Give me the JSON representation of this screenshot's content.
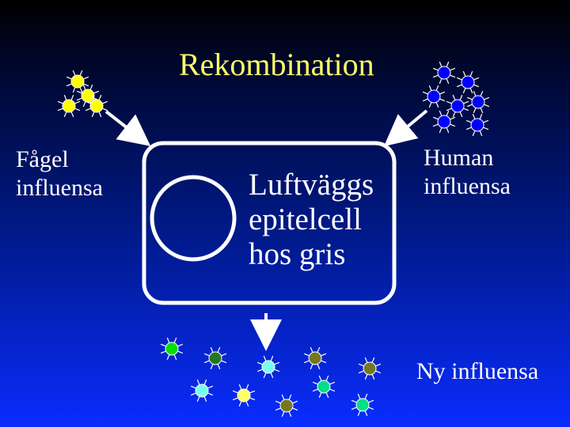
{
  "title": "Rekombination",
  "left_label": "Fågel\ninfluensa",
  "right_label": "Human\ninfluensa",
  "cell_label": "Luftväggs\nepitelcell\nhos gris",
  "bottom_label": "Ny influensa",
  "colors": {
    "title": "#ffff66",
    "bird_virus": "#ffff00",
    "human_virus": "#0000ff",
    "new_virus_green": "#00e000",
    "new_virus_darkgreen": "#227722",
    "new_virus_cyan": "#77ffee",
    "new_virus_olive": "#777722",
    "new_virus_yellow": "#ffff66",
    "new_virus_teal": "#00e088"
  }
}
